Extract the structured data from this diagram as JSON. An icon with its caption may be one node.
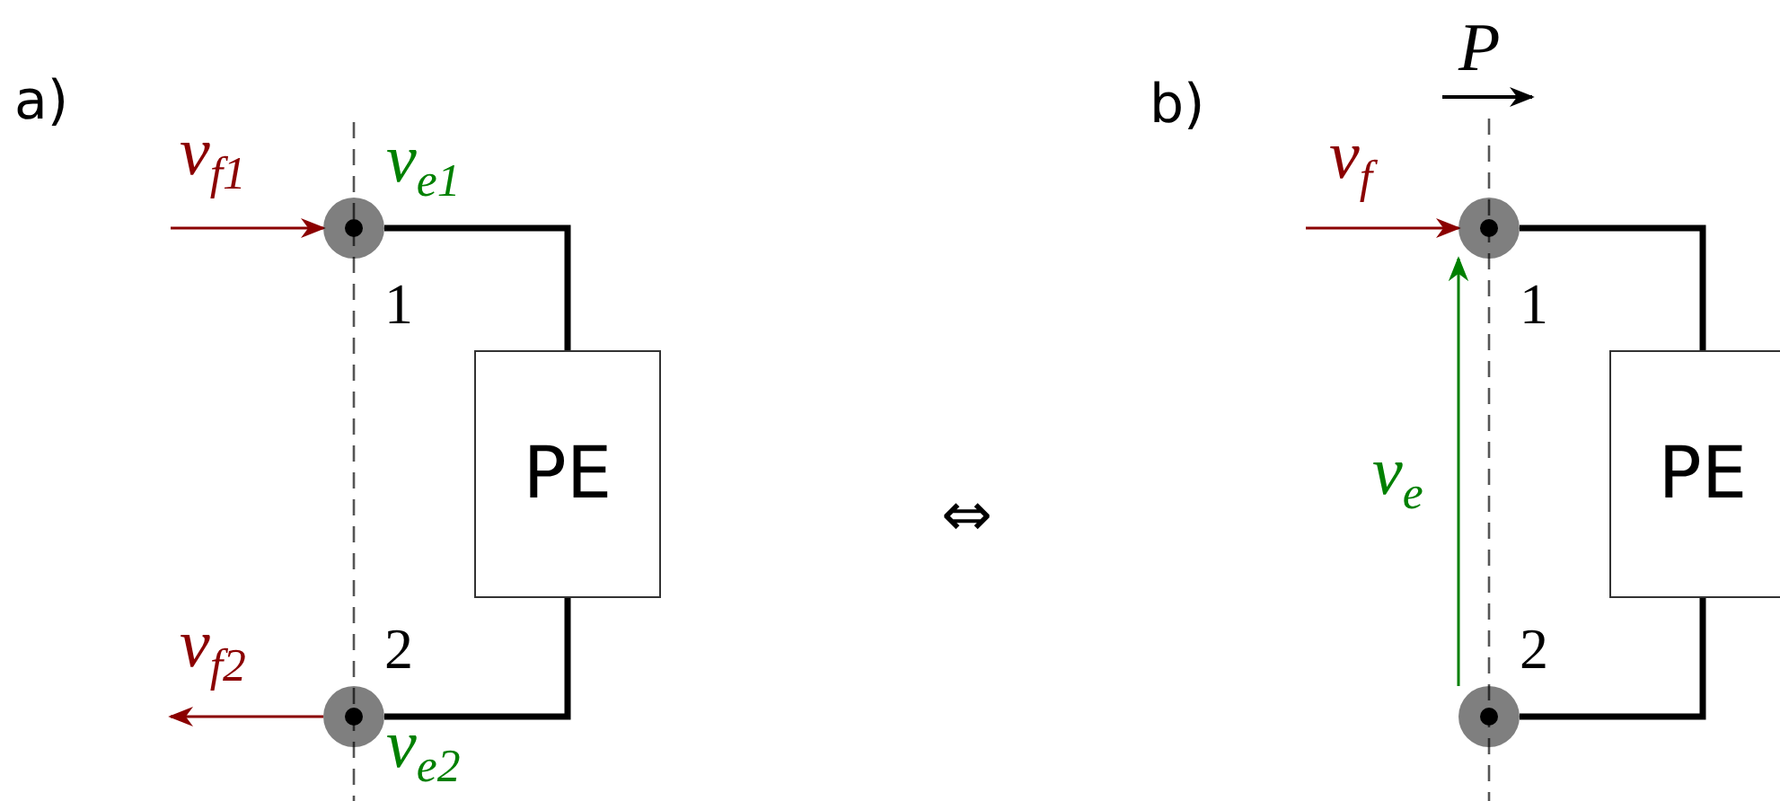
{
  "diagram": {
    "nodes": [
      {
        "text": [
          "PE"
        ]
      },
      {
        "text": [],
        "shape": "circle",
        "beside": [
          "1",
          "v$_{e1}$"
        ]
      },
      {
        "text": [],
        "shape": "circle",
        "beside": [
          "2",
          "v$_{e2}$"
        ]
      },
      {
        "text": [
          "PE"
        ]
      },
      {
        "text": [],
        "shape": "circle",
        "beside": [
          "1"
        ]
      },
      {
        "text": [],
        "shape": "circle",
        "beside": [
          "2"
        ]
      }
    ],
    "edges": [
      {
        "from": 1,
        "to": 0,
        "arrow": "none",
        "style": "thick"
      },
      {
        "from": 2,
        "to": 0,
        "arrow": "none",
        "style": "thick"
      },
      {
        "from": null,
        "to": 1,
        "arrow": "to",
        "label": "v$_{f1}$",
        "color": "#8b0000"
      },
      {
        "from": 2,
        "to": null,
        "arrow": "to",
        "label": "v$_{f2}$",
        "color": "#8b0000"
      },
      {
        "from": 4,
        "to": 3,
        "arrow": "none",
        "style": "thick"
      },
      {
        "from": 5,
        "to": 3,
        "arrow": "none",
        "style": "thick"
      },
      {
        "from": null,
        "to": 4,
        "arrow": "to",
        "label": "v$_{f}$",
        "color": "#8b0000"
      },
      {
        "from": 5,
        "to": 4,
        "arrow": "to",
        "label": "v$_{e}$",
        "color": "#008000"
      }
    ],
    "labels": [
      "a)",
      "⇔",
      "b)",
      "P"
    ]
  }
}
